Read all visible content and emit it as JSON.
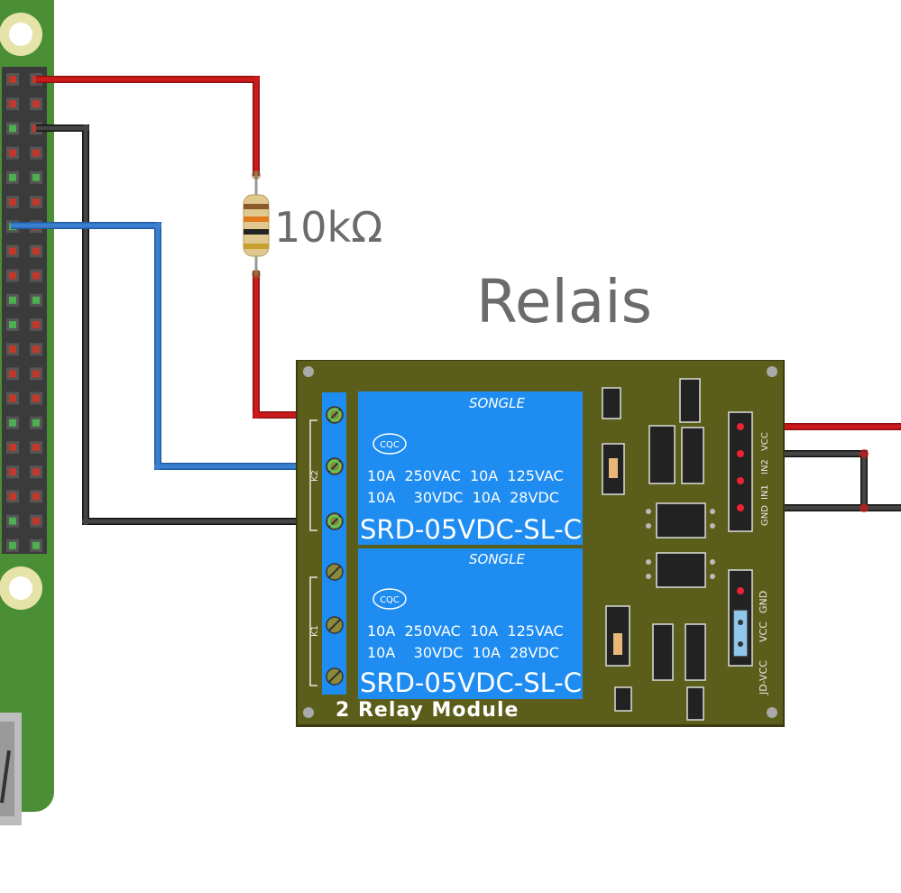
{
  "title": "Relais",
  "resistor": {
    "label": "10kΩ"
  },
  "module": {
    "name": "2 Relay Module",
    "relays": [
      {
        "brand": "SONGLE",
        "cert": "CQC",
        "rating_line1": "10A  250VAC  10A  125VAC",
        "rating_line2": "10A    30VDC  10A  28VDC",
        "model": "SRD-05VDC-SL-C",
        "side_label": "K2"
      },
      {
        "brand": "SONGLE",
        "cert": "CQC",
        "rating_line1": "10A  250VAC  10A  125VAC",
        "rating_line2": "10A    30VDC  10A  28VDC",
        "model": "SRD-05VDC-SL-C",
        "side_label": "K1"
      }
    ],
    "header_pins": [
      "VCC",
      "IN2",
      "IN1",
      "GND"
    ],
    "jumper_labels": [
      "JD-VCC",
      "VCC",
      "GND"
    ]
  },
  "colors": {
    "pcb_green": "#4a8f35",
    "module_pcb": "#5b5e1a",
    "relay_blue": "#1e8cf0",
    "wire_red": "#cc1a1a",
    "wire_black": "#333333",
    "wire_blue": "#3a7fcf"
  }
}
